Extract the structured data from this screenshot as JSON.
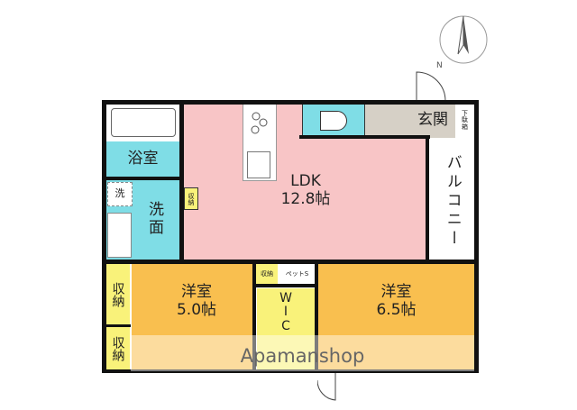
{
  "rooms": {
    "bath": "浴室",
    "washroom_l1": "洗",
    "washroom_l2": "面",
    "washer": "洗",
    "ldk_name": "LDK",
    "ldk_size": "12.8帖",
    "ldk_storage": "収納",
    "entrance": "玄関",
    "shoe_box": "下駄箱",
    "balcony": "バルコニー",
    "storage_a": "収納",
    "storage_b": "収納",
    "storage_c": "収納",
    "pet_space": "ペットS",
    "wic_l1": "W",
    "wic_l2": "I",
    "wic_l3": "C",
    "western1_name": "洋室",
    "western1_size": "5.0帖",
    "western2_name": "洋室",
    "western2_size": "6.5帖"
  },
  "compass": {
    "label": "N"
  },
  "watermark": "Apamanshop",
  "colors": {
    "ldk": "#f8c5c6",
    "wet": "#7fdde6",
    "western": "#f9bf4f",
    "storage": "#f9f27a",
    "entry": "#d6d0c6"
  }
}
